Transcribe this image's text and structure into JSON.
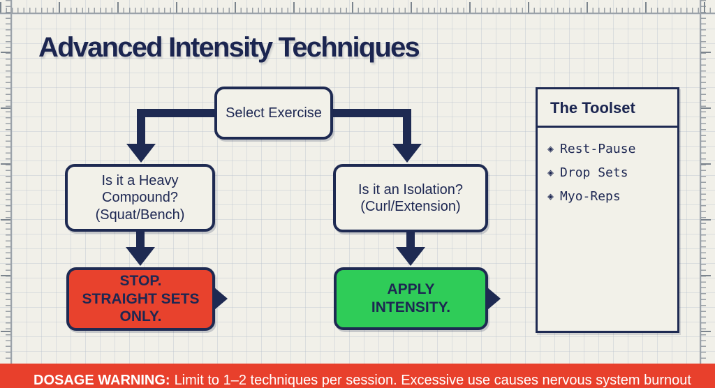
{
  "page": {
    "background": "#f1f0e9",
    "ink": "#1e2a52",
    "grid_color": "#b6c0cc"
  },
  "title": "Advanced Intensity Techniques",
  "flowchart": {
    "select_exercise": {
      "label": "Select Exercise"
    },
    "decision_left": {
      "line1": "Is it a Heavy",
      "line2": "Compound?",
      "line3": "(Squat/Bench)"
    },
    "decision_right": {
      "line1": "Is it an Isolation?",
      "line2": "(Curl/Extension)"
    },
    "stop": {
      "line1": "STOP.",
      "line2": "STRAIGHT SETS",
      "line3": "ONLY.",
      "fill": "#e8422d"
    },
    "apply": {
      "line1": "APPLY",
      "line2": "INTENSITY.",
      "fill": "#2fcc58"
    }
  },
  "toolset": {
    "title": "The Toolset",
    "bullet": "◈",
    "items": {
      "0": "Rest-Pause",
      "1": "Drop Sets",
      "2": "Myo-Reps"
    }
  },
  "warning": {
    "label": "DOSAGE WARNING:",
    "text": "Limit to 1–2 techniques per session. Excessive use causes nervous system burnout",
    "background": "#e8402c"
  }
}
